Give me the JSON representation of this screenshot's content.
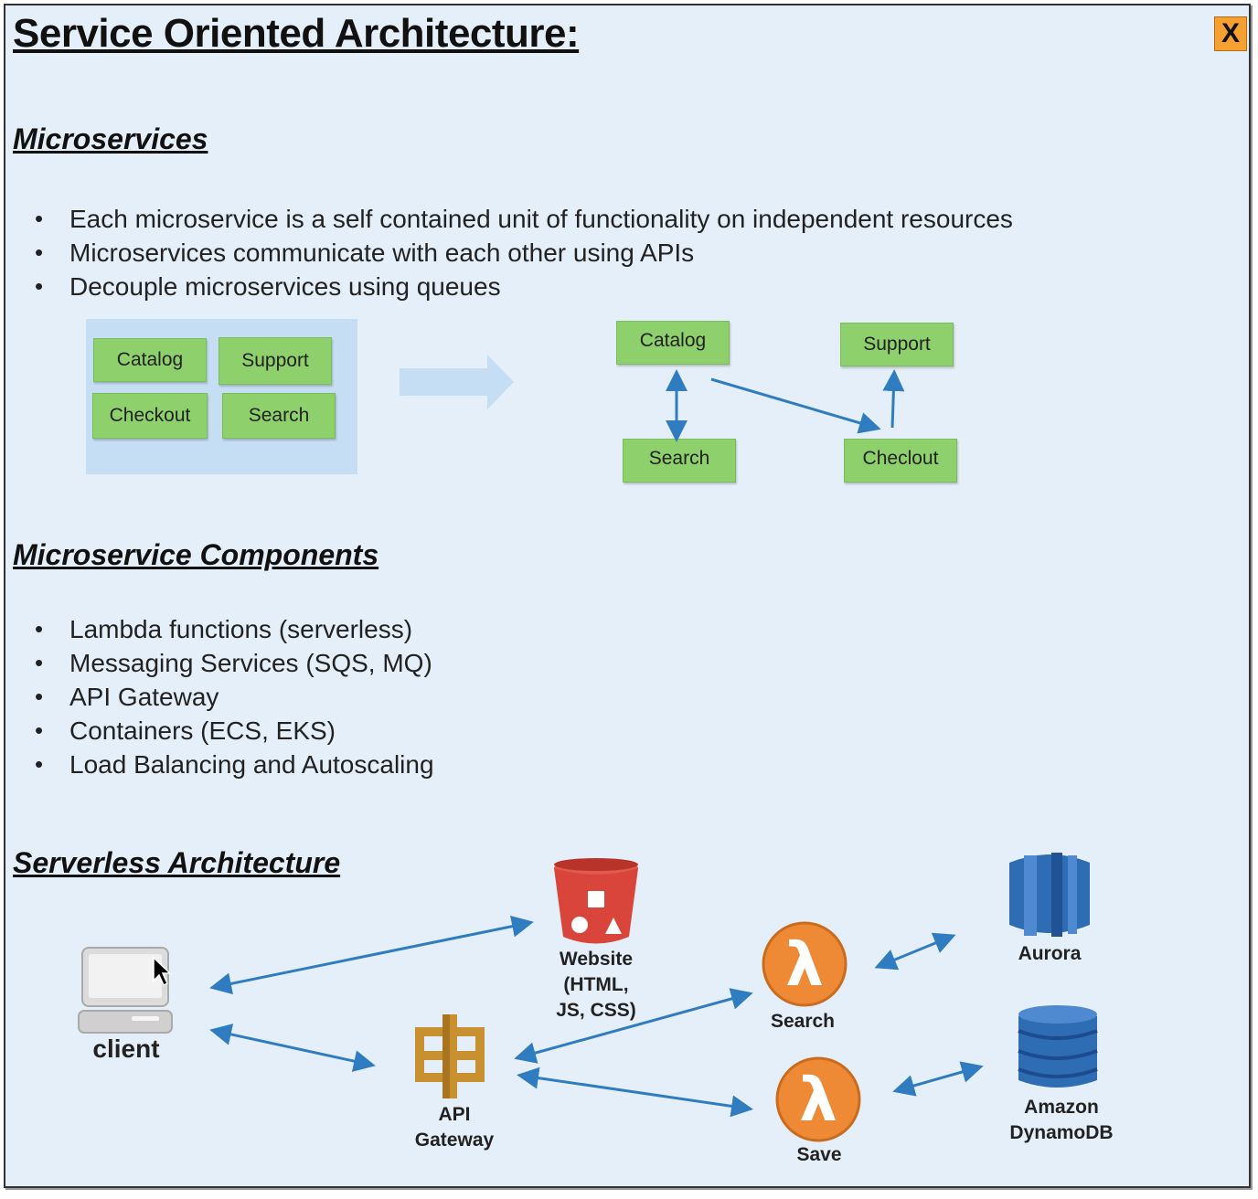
{
  "title": "Service Oriented Architecture:",
  "close_label": "X",
  "microservices": {
    "heading": "Microservices",
    "bullets": [
      "Each microservice is a self contained unit of functionality on independent resources",
      "Microservices communicate with each other using APIs",
      "Decouple microservices using queues"
    ],
    "monolith": [
      "Catalog",
      "Support",
      "Checkout",
      "Search"
    ],
    "decoupled": {
      "catalog": "Catalog",
      "support": "Support",
      "search": "Search",
      "checkout": "Checlout"
    }
  },
  "components": {
    "heading": "Microservice Components",
    "bullets": [
      "Lambda functions (serverless)",
      "Messaging Services  (SQS, MQ)",
      "API Gateway",
      "Containers (ECS, EKS)",
      "Load Balancing and Autoscaling"
    ]
  },
  "serverless": {
    "heading": "Serverless Architecture",
    "client": "client",
    "website": [
      "Website",
      "(HTML,",
      "JS, CSS)"
    ],
    "api_gateway": [
      "API",
      "Gateway"
    ],
    "search": "Search",
    "save": "Save",
    "aurora": "Aurora",
    "dynamodb": [
      "Amazon",
      "DynamoDB"
    ]
  },
  "colors": {
    "background": "#e5effa",
    "service_box": "#8ed06c",
    "arrow": "#2f7dc0",
    "lambda": "#ee8a35",
    "s3": "#d9453a",
    "db": "#2e6db4",
    "gateway": "#c9902f"
  },
  "icons": [
    "close-icon",
    "laptop-icon",
    "mouse-cursor-icon",
    "s3-bucket-icon",
    "api-gateway-icon",
    "lambda-icon",
    "aurora-db-icon",
    "dynamodb-icon",
    "block-arrow-icon"
  ]
}
